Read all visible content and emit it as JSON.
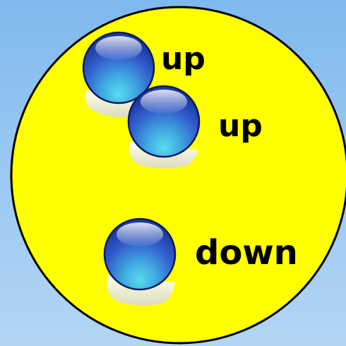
{
  "circle": {
    "fill_color": "#ffff00",
    "stroke_color": "#000000"
  },
  "sphere": {
    "highlight_color": "#4fd4ea",
    "base_color": "#3a70d6",
    "edge_color": "#081a5c",
    "shadow_color": "#eeeeee"
  },
  "items": [
    {
      "label": "up"
    },
    {
      "label": "up"
    },
    {
      "label": "down"
    }
  ]
}
